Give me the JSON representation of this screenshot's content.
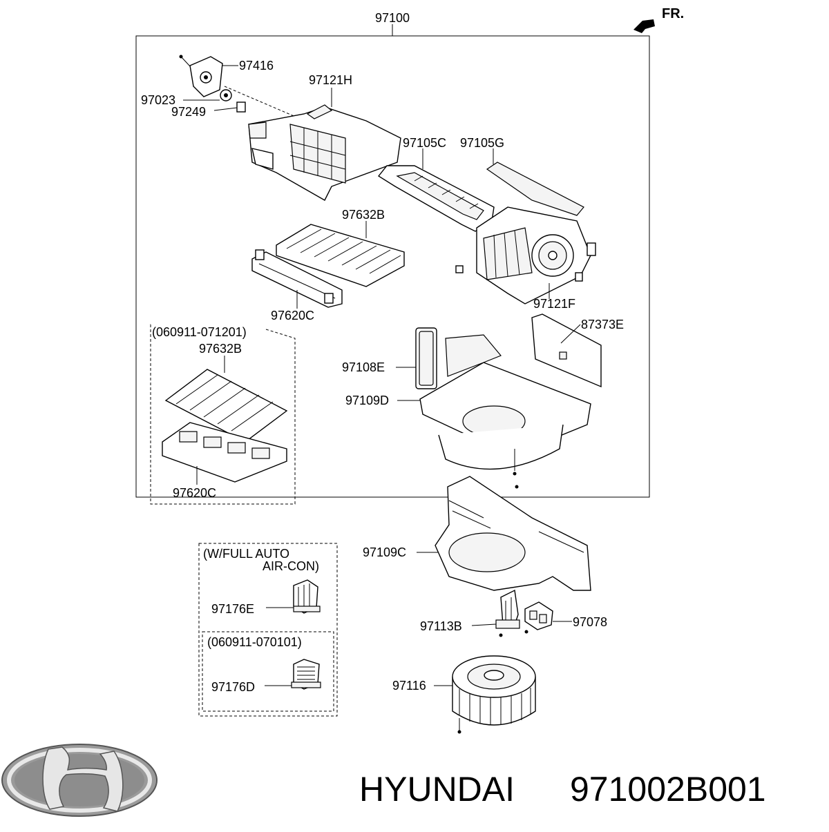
{
  "diagram": {
    "assembly_label": "97100",
    "front_indicator": "FR.",
    "parts": {
      "p97416": "97416",
      "p97121H": "97121H",
      "p97023": "97023",
      "p97249": "97249",
      "p97105C": "97105C",
      "p97105G": "97105G",
      "p97632B_top": "97632B",
      "p97620C_top": "97620C",
      "p97121F": "97121F",
      "p87373E": "87373E",
      "p97108E": "97108E",
      "p97109D": "97109D",
      "p97109C": "97109C",
      "p97113B": "97113B",
      "p97078": "97078",
      "p97116": "97116",
      "p97632B_inset": "97632B",
      "p97620C_inset": "97620C",
      "p97176E": "97176E",
      "p97176D": "97176D"
    },
    "insets": {
      "filter_period": "(060911-071201)",
      "autocon_line1": "(W/FULL AUTO",
      "autocon_line2": "AIR-CON)",
      "resistor_period": "(060911-070101)"
    }
  },
  "footer": {
    "brand": "HYUNDAI",
    "part_number": "971002B001"
  },
  "icons": {
    "logo": "hyundai-logo-icon",
    "front_arrow": "front-arrow-icon"
  }
}
